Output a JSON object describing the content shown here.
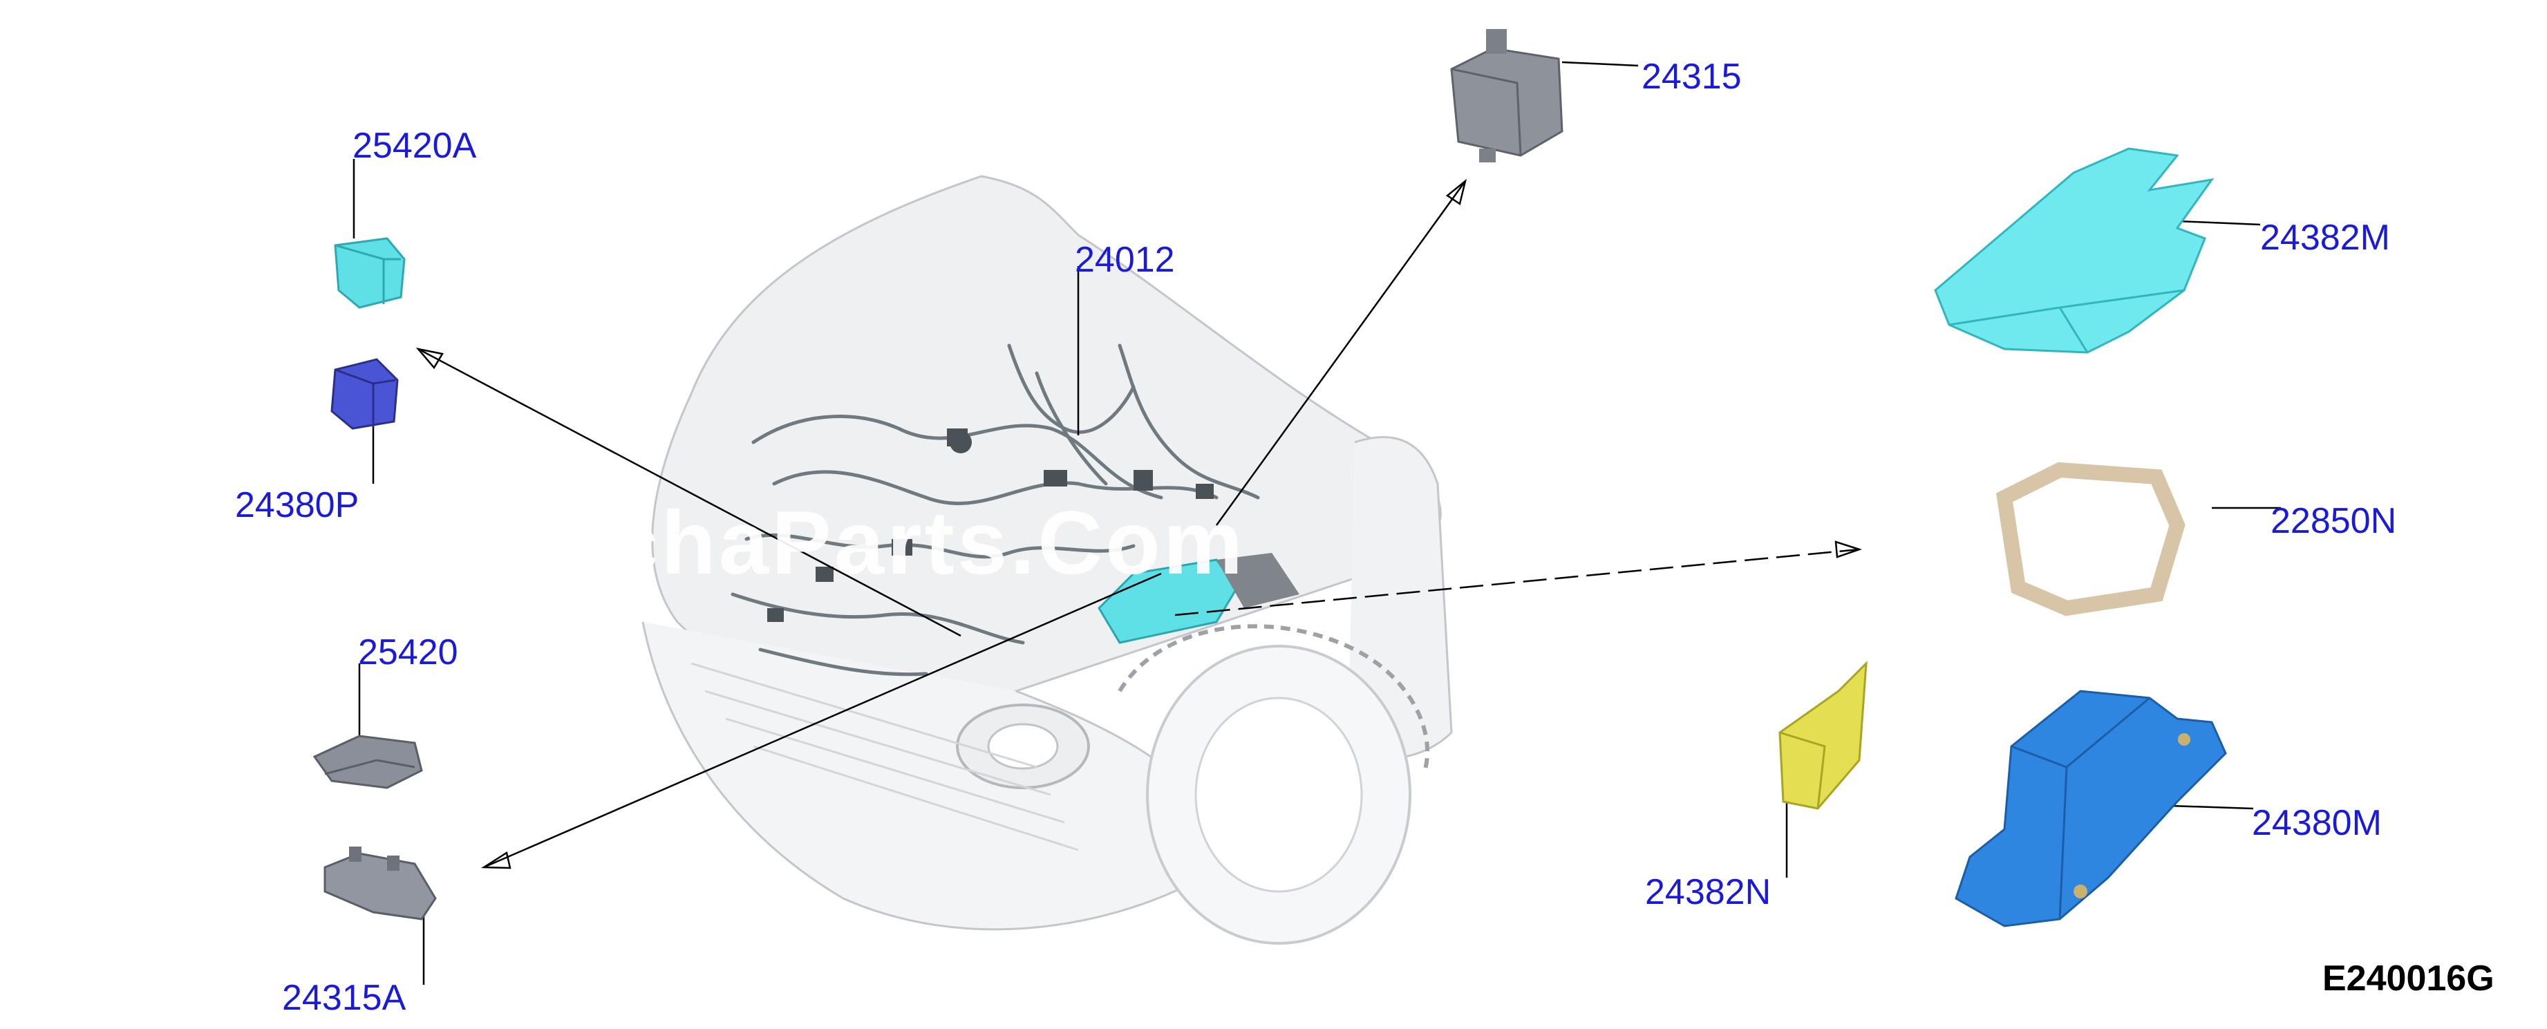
{
  "diagram": {
    "part_labels": {
      "p24315": "24315",
      "p25420A": "25420A",
      "p24012": "24012",
      "p24382M": "24382M",
      "p24380P": "24380P",
      "p22850N": "22850N",
      "p25420": "25420",
      "p24382N": "24382N",
      "p24380M": "24380M",
      "p24315A": "24315A"
    },
    "figure_code": "E240016G",
    "watermark": "chaParts.Com"
  },
  "colors": {
    "label_blue": "#1a1adc",
    "relay_cyan": "#5fe0e6",
    "relay_blue": "#4a55d6",
    "module_gray": "#8a8f99",
    "fuse_box_cyan": "#6fe9ee",
    "gasket_tan": "#d8c4a6",
    "bracket_yellow": "#e4df52",
    "tray_blue": "#2f86e0",
    "car_outline": "#b9bcc1"
  }
}
